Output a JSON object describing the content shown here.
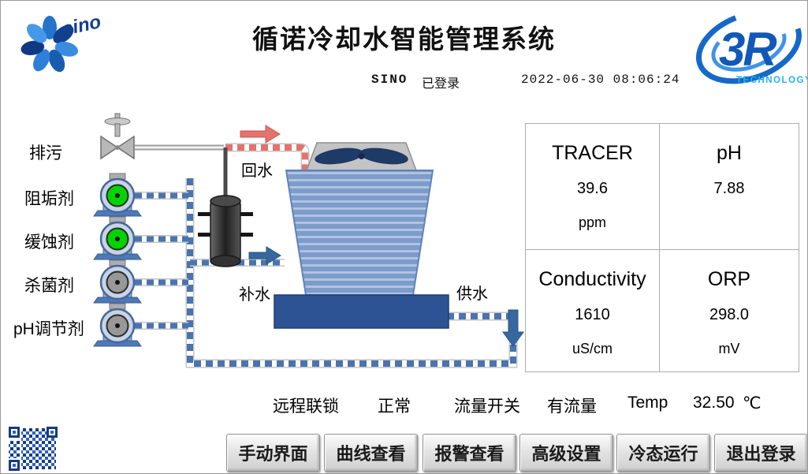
{
  "app": {
    "title": "循诺冷却水智能管理系统",
    "user": "SINO",
    "login_status": "已登录",
    "datetime": "2022-06-30  08:06:24"
  },
  "logos": {
    "sino_text": "sino",
    "right_text": "3R",
    "right_sub": "TECHNOLOGY"
  },
  "diagram": {
    "blowdown_label": "排污",
    "dosing_labels": [
      "阻垢剂",
      "缓蚀剂",
      "杀菌剂",
      "pH调节剂"
    ],
    "return_water_label": "回水",
    "makeup_water_label": "补水",
    "supply_water_label": "供水",
    "pump_states": [
      "on",
      "on",
      "off",
      "off"
    ],
    "colors": {
      "pump_on": "#00d400",
      "pump_off": "#989898",
      "pipe_blue": "#4a74ad",
      "pipe_return_red": "#e3736e"
    }
  },
  "readings": [
    {
      "label": "TRACER",
      "value": "39.6",
      "unit": "ppm"
    },
    {
      "label": "pH",
      "value": "7.88",
      "unit": ""
    },
    {
      "label": "Conductivity",
      "value": "1610",
      "unit": "uS/cm"
    },
    {
      "label": "ORP",
      "value": "298.0",
      "unit": "mV"
    }
  ],
  "status_bar": {
    "interlock_label": "远程联锁",
    "interlock_value": "正常",
    "flow_label": "流量开关",
    "flow_value": "有流量",
    "temp_label": "Temp",
    "temp_value": "32.50",
    "temp_unit": "℃"
  },
  "buttons": [
    "手动界面",
    "曲线查看",
    "报警查看",
    "高级设置",
    "冷态运行",
    "退出登录"
  ]
}
